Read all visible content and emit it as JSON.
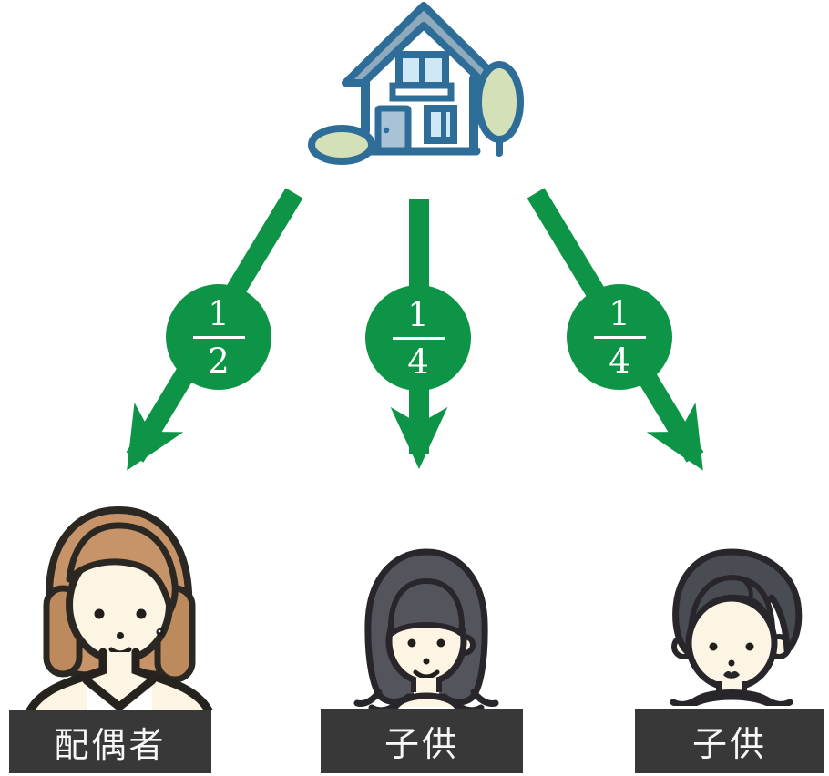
{
  "diagram": {
    "name": "inheritance-share-diagram",
    "colors": {
      "arrow_green": "#0d9446",
      "house_outline_blue": "#2e6d97",
      "roof_fill": "#8fa9bd",
      "window_fill": "#cfe8f5",
      "foliage_green": "#d4e0b8",
      "label_bg": "#383838",
      "label_text": "#f7f7f7",
      "skin_cream": "#fcf5e4",
      "woman_hair_brown": "#c69468",
      "child_hair_gray": "#54555c"
    },
    "estate": {
      "icon": "house-icon"
    },
    "branches": [
      {
        "person": "spouse-woman",
        "fraction": {
          "numerator": "1",
          "denominator": "2"
        },
        "label": "配偶者"
      },
      {
        "person": "child-girl",
        "fraction": {
          "numerator": "1",
          "denominator": "4"
        },
        "label": "子供"
      },
      {
        "person": "child-boy",
        "fraction": {
          "numerator": "1",
          "denominator": "4"
        },
        "label": "子供"
      }
    ]
  }
}
